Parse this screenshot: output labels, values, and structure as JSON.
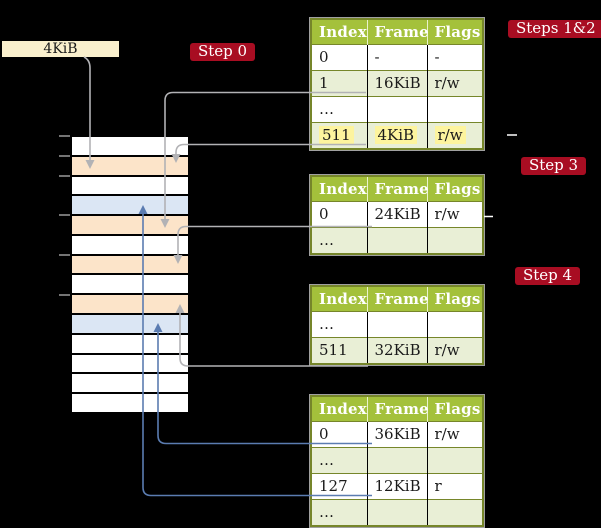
{
  "register_box": {
    "label": "4KiB"
  },
  "labels": {
    "step0": "Step 0",
    "steps12": "Steps 1&2",
    "step3": "Step 3",
    "step4": "Step 4"
  },
  "colors": {
    "red": "#a80d22",
    "header_green": "#a4c13b",
    "row_green": "#e9efd6",
    "border_olive": "#76862a",
    "orange": "#fce4c9",
    "blue": "#dbe6f4",
    "yellow": "#fdf49e",
    "gray_arrow": "#b2b2b5",
    "blue_arrow": "#5b7cb1",
    "cream": "#faf0cd"
  },
  "memory_column": {
    "row_types": [
      "free",
      "page-table-frame",
      "free",
      "mapped-frame",
      "page-table-frame",
      "free",
      "page-table-frame",
      "free",
      "page-table-frame",
      "mapped-frame",
      "free",
      "free",
      "free",
      "free"
    ]
  },
  "tables": [
    {
      "headers": [
        "Index",
        "Frame",
        "Flags"
      ],
      "rows": [
        [
          "0",
          "-",
          "-"
        ],
        [
          "1",
          "16KiB",
          "r/w"
        ],
        [
          "…",
          "",
          ""
        ],
        [
          "511",
          "4KiB",
          "r/w"
        ]
      ]
    },
    {
      "headers": [
        "Index",
        "Frame",
        "Flags"
      ],
      "rows": [
        [
          "0",
          "24KiB",
          "r/w"
        ],
        [
          "…",
          "",
          ""
        ]
      ]
    },
    {
      "headers": [
        "Index",
        "Frame",
        "Flags"
      ],
      "rows": [
        [
          "…",
          "",
          ""
        ],
        [
          "511",
          "32KiB",
          "r/w"
        ]
      ]
    },
    {
      "headers": [
        "Index",
        "Frame",
        "Flags"
      ],
      "rows": [
        [
          "0",
          "36KiB",
          "r/w"
        ],
        [
          "…",
          "",
          ""
        ],
        [
          "127",
          "12KiB",
          "r"
        ],
        [
          "…",
          "",
          ""
        ]
      ]
    }
  ]
}
